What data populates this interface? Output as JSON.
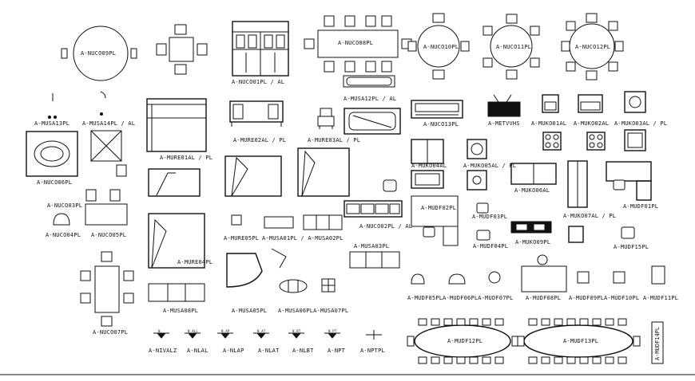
{
  "labels": {
    "nuco09": "A-NUCO09PL",
    "nuco01": "A-NUCO01PL / AL",
    "nuco08": "A-NUCO08PL",
    "nuco10": "A-NUCO10PL",
    "nuco11": "A-NUCO11PL",
    "nuco12": "A-NUCO12PL",
    "musa13": "A-MUSA13PL",
    "musa14": "A-MUSA14PL / AL",
    "musa12": "A-MUSA12PL / AL",
    "nuco13": "A-NUCO13PL",
    "metvvhs": "A-METVVHS",
    "muko01": "A-MUKO01AL",
    "muko02": "A-MUKO02AL",
    "muko03": "A-MUKO03AL / PL",
    "mure01": "A-MURE01AL / PL",
    "mure02": "A-MURE02AL / PL",
    "mure03": "A-MURE03AL / PL",
    "nuco06": "A-NUCO06PL",
    "nuco03": "A-NUCO03PL",
    "nuco04": "A-NUCO04PL",
    "nuco05": "A-NUCO05PL",
    "muko04": "A-MUKO04AL",
    "muko05": "A-MUKO05AL / PL",
    "muko06": "A-MUKO06AL",
    "muko07": "A-MUKO07AL / PL",
    "mudf01": "A-MUDF01PL",
    "mudf02": "A-MUDF02PL",
    "mudf03": "A-MUDF03PL",
    "mudf04": "A-MUDF04PL",
    "muko09": "A-MUKO09PL",
    "mudf15": "A-MUDF15PL",
    "nuco02": "A-NUCO02PL / AL",
    "mure05": "A-MURE05PL",
    "musa01": "A-MUSA01PL / A-MUSA02PL",
    "musa03": "A-MUSA03PL",
    "mure04": "A-MURE04PL",
    "nuco07": "A-NUCO07PL",
    "musa08": "A-MUSA08PL",
    "musa05": "A-MUSA05PL",
    "musa06": "A-MUSA06PLA-MUSA07PL",
    "mudf05": "A-MUDF05PLA-MUDF06PLA-MUDF07PL",
    "mudf08": "A-MUDF08PL",
    "mudf09": "A-MUDF09PLA-MUDF10PL",
    "mudf11": "A-MUDF11PL",
    "nivalz": "A-NIVALZ",
    "nlal": "A-NLAL",
    "nlap": "A-NLAP",
    "nlat": "A-NLAT",
    "nlbt": "A-NLBT",
    "npt": "A-NPT",
    "nptpl": "A-NPTPL",
    "mudf12": "A-MUDF12PL",
    "mudf13": "A-MUDF13PL",
    "mudf14": "A-MUDF14PL"
  },
  "marker_tags": {
    "nivalz": "N.",
    "nlal": "N.ALL",
    "nlap": "N.AP",
    "nlat": "N.AT",
    "nlbt": "N.BT",
    "npt": "N.PT"
  },
  "colors": {
    "ink": "#111111",
    "paper": "#ffffff"
  }
}
